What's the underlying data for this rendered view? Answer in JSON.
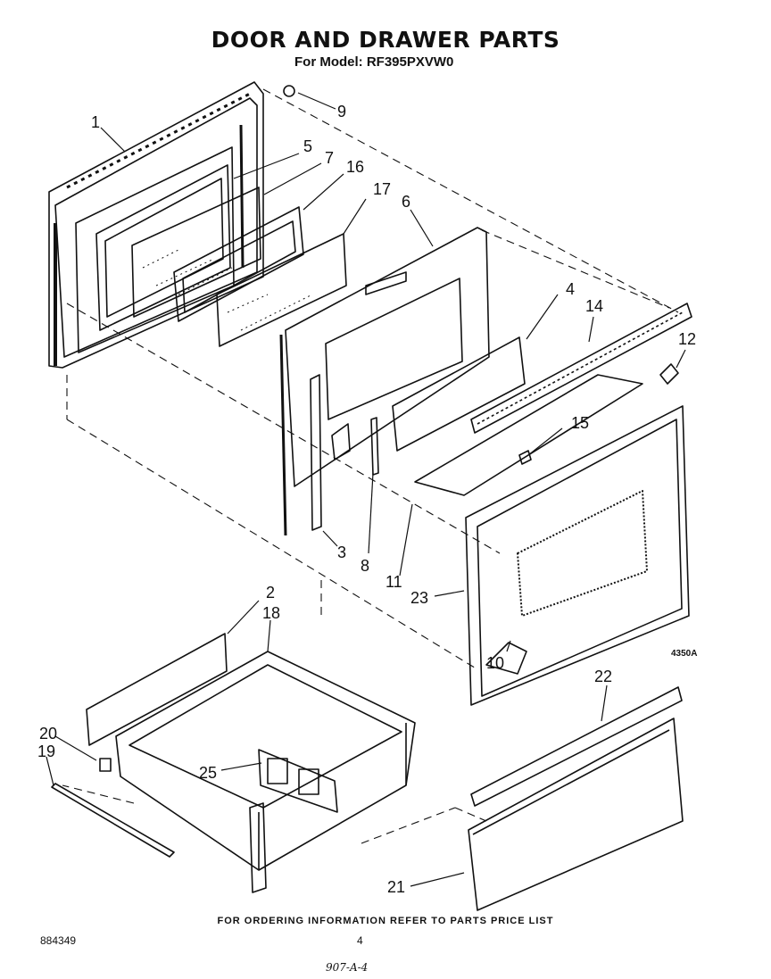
{
  "header": {
    "title": "DOOR AND DRAWER PARTS",
    "model_line": "For Model: RF395PXVW0"
  },
  "diagram_code": "4350A",
  "footer": {
    "ordering_note": "FOR ORDERING INFORMATION REFER TO PARTS PRICE LIST",
    "document_number": "884349",
    "page_number": "4",
    "handwritten_note": "907-A-4"
  },
  "callouts": [
    {
      "id": "1",
      "label": "1"
    },
    {
      "id": "2",
      "label": "2"
    },
    {
      "id": "3",
      "label": "3"
    },
    {
      "id": "4",
      "label": "4"
    },
    {
      "id": "5",
      "label": "5"
    },
    {
      "id": "6",
      "label": "6"
    },
    {
      "id": "7",
      "label": "7"
    },
    {
      "id": "8",
      "label": "8"
    },
    {
      "id": "9",
      "label": "9"
    },
    {
      "id": "10",
      "label": "10"
    },
    {
      "id": "11",
      "label": "11"
    },
    {
      "id": "12",
      "label": "12"
    },
    {
      "id": "14",
      "label": "14"
    },
    {
      "id": "15",
      "label": "15"
    },
    {
      "id": "16",
      "label": "16"
    },
    {
      "id": "17",
      "label": "17"
    },
    {
      "id": "18",
      "label": "18"
    },
    {
      "id": "19",
      "label": "19"
    },
    {
      "id": "20",
      "label": "20"
    },
    {
      "id": "21",
      "label": "21"
    },
    {
      "id": "22",
      "label": "22"
    },
    {
      "id": "23",
      "label": "23"
    },
    {
      "id": "25",
      "label": "25"
    }
  ]
}
